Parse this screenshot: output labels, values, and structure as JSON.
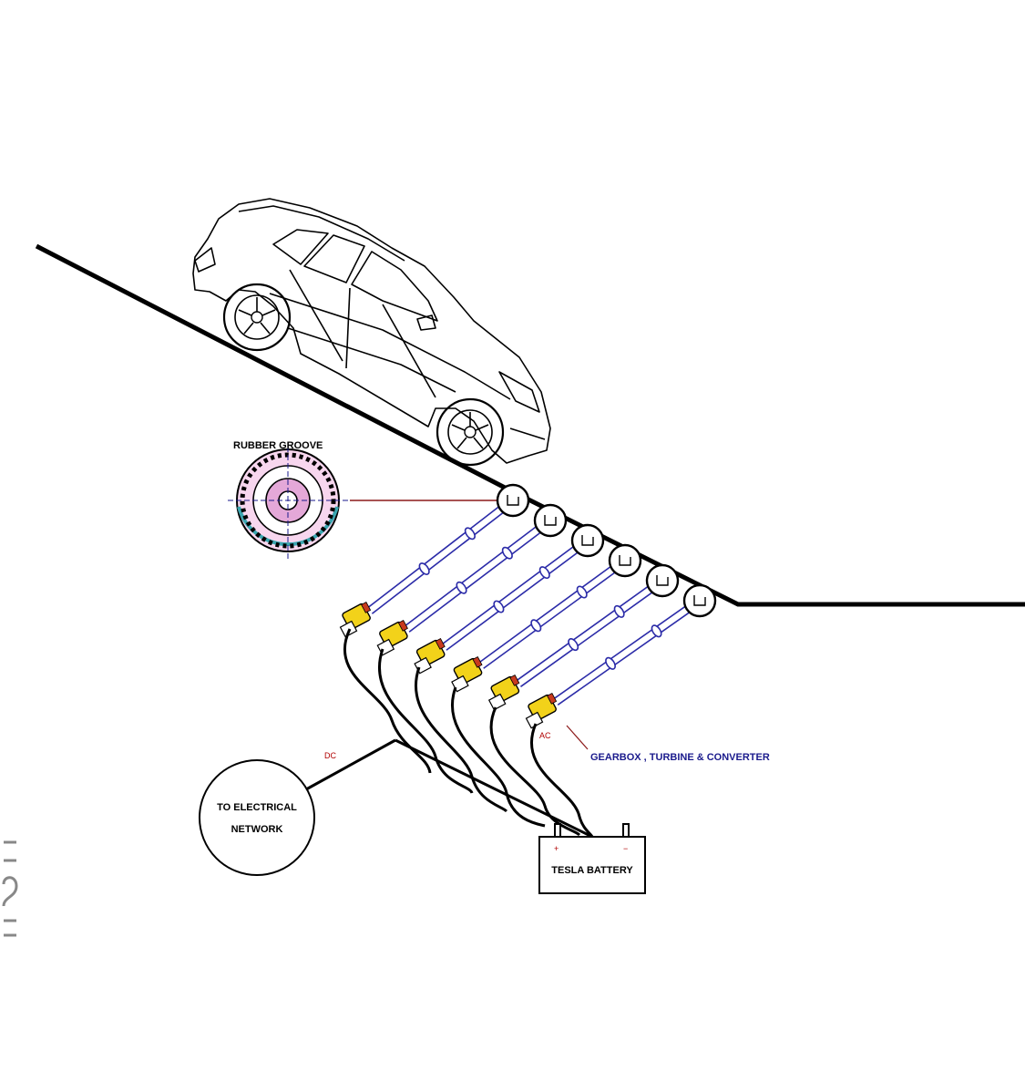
{
  "labels": {
    "rubber_groove": "RUBBER GROOVE",
    "dc": "DC",
    "ac": "AC",
    "gearbox": "GEARBOX , TURBINE & CONVERTER",
    "electrical_network_line1": "TO ELECTRICAL",
    "electrical_network_line2": "NETWORK",
    "battery": "TESLA BATTERY",
    "battery_plus": "+",
    "battery_minus": "−"
  },
  "colors": {
    "line": "#000000",
    "shaft": "#2b2ba8",
    "generator_body": "#f2d21a",
    "generator_accent": "#c83a1e",
    "groove_pink": "#e4a8d8",
    "groove_teal": "#3aa6b0",
    "leader_red": "#8c1a1a"
  },
  "roller_count": 6
}
